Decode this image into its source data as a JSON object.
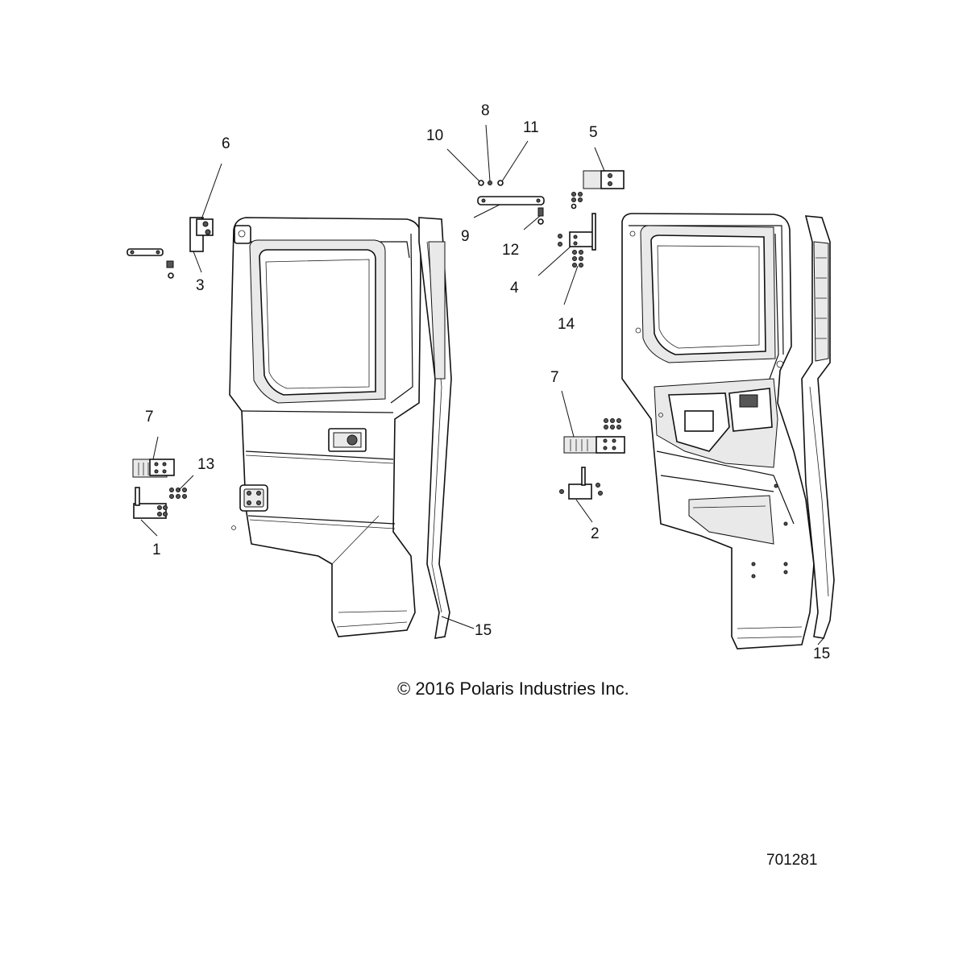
{
  "diagram": {
    "callouts": [
      "1",
      "2",
      "3",
      "4",
      "5",
      "6",
      "7",
      "7",
      "8",
      "9",
      "10",
      "11",
      "12",
      "13",
      "14",
      "15",
      "15"
    ],
    "copyright": "© 2016 Polaris Industries Inc.",
    "part_number": "701281"
  }
}
